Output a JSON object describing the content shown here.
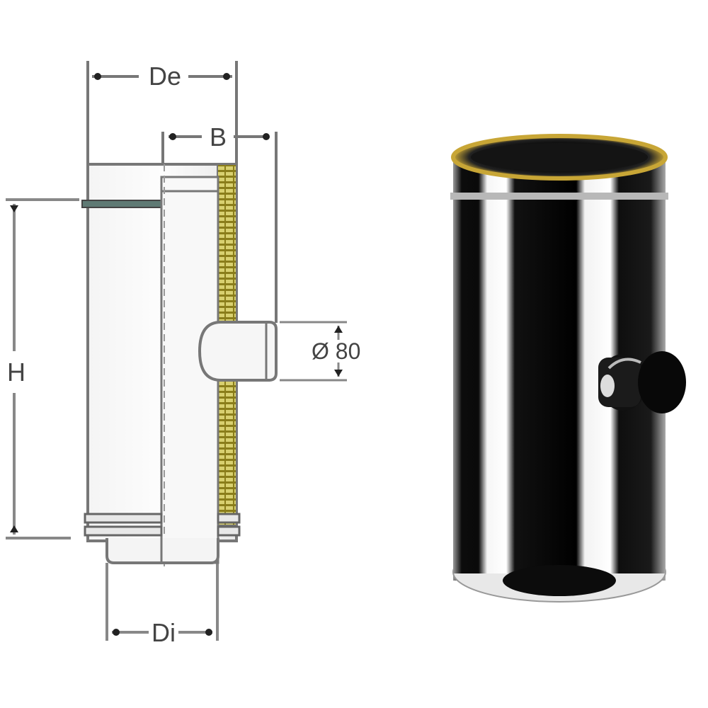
{
  "diagram": {
    "subject": "Double-wall chimney T-piece with condensate drain",
    "labels": {
      "outer_diameter": "De",
      "offset": "B",
      "height": "H",
      "inner_diameter": "Di",
      "drain_diameter": "Ø 80"
    },
    "colors": {
      "line": "#6e6e6e",
      "insulation": "#c9bf3a",
      "band": "#5f7a74",
      "steel_dark": "#0a0a0a",
      "brass_rim": "#c8a636"
    }
  },
  "photo": {
    "subject": "Stainless steel chimney T-piece with side drain outlet"
  }
}
